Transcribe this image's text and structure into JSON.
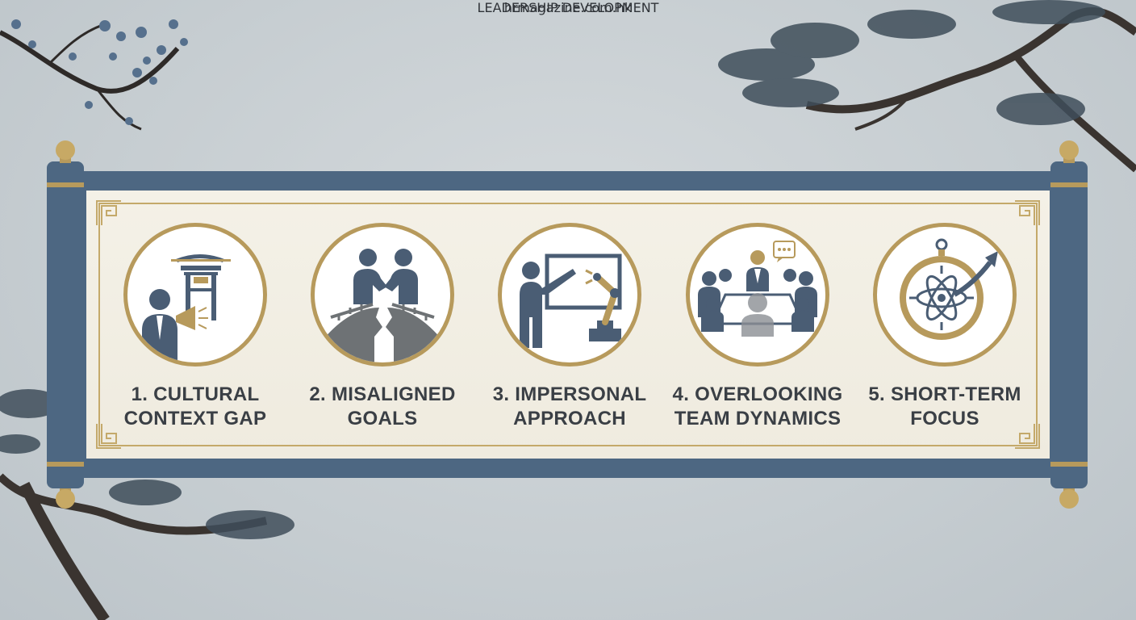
{
  "items": [
    {
      "label": "1. CULTURAL CONTEXT GAP",
      "icon": "cultural-gate-megaphone-icon"
    },
    {
      "label": "2. MISALIGNED GOALS",
      "icon": "broken-bridge-handshake-icon"
    },
    {
      "label": "3. IMPERSONAL APPROACH",
      "icon": "presenter-robot-arm-icon"
    },
    {
      "label": "4. OVERLOOKING TEAM DYNAMICS",
      "icon": "team-meeting-icon"
    },
    {
      "label": "5. SHORT-TERM FOCUS",
      "icon": "compass-arrow-icon"
    }
  ],
  "footer": {
    "site": "hrmagazine.com.hk",
    "category": "LEADERSHIP DEVELOPMENT"
  },
  "colors": {
    "scroll_blue": "#4d6782",
    "gold": "#b79a5c",
    "icon_slate": "#4a5d74",
    "paper": "#f2efe4"
  }
}
